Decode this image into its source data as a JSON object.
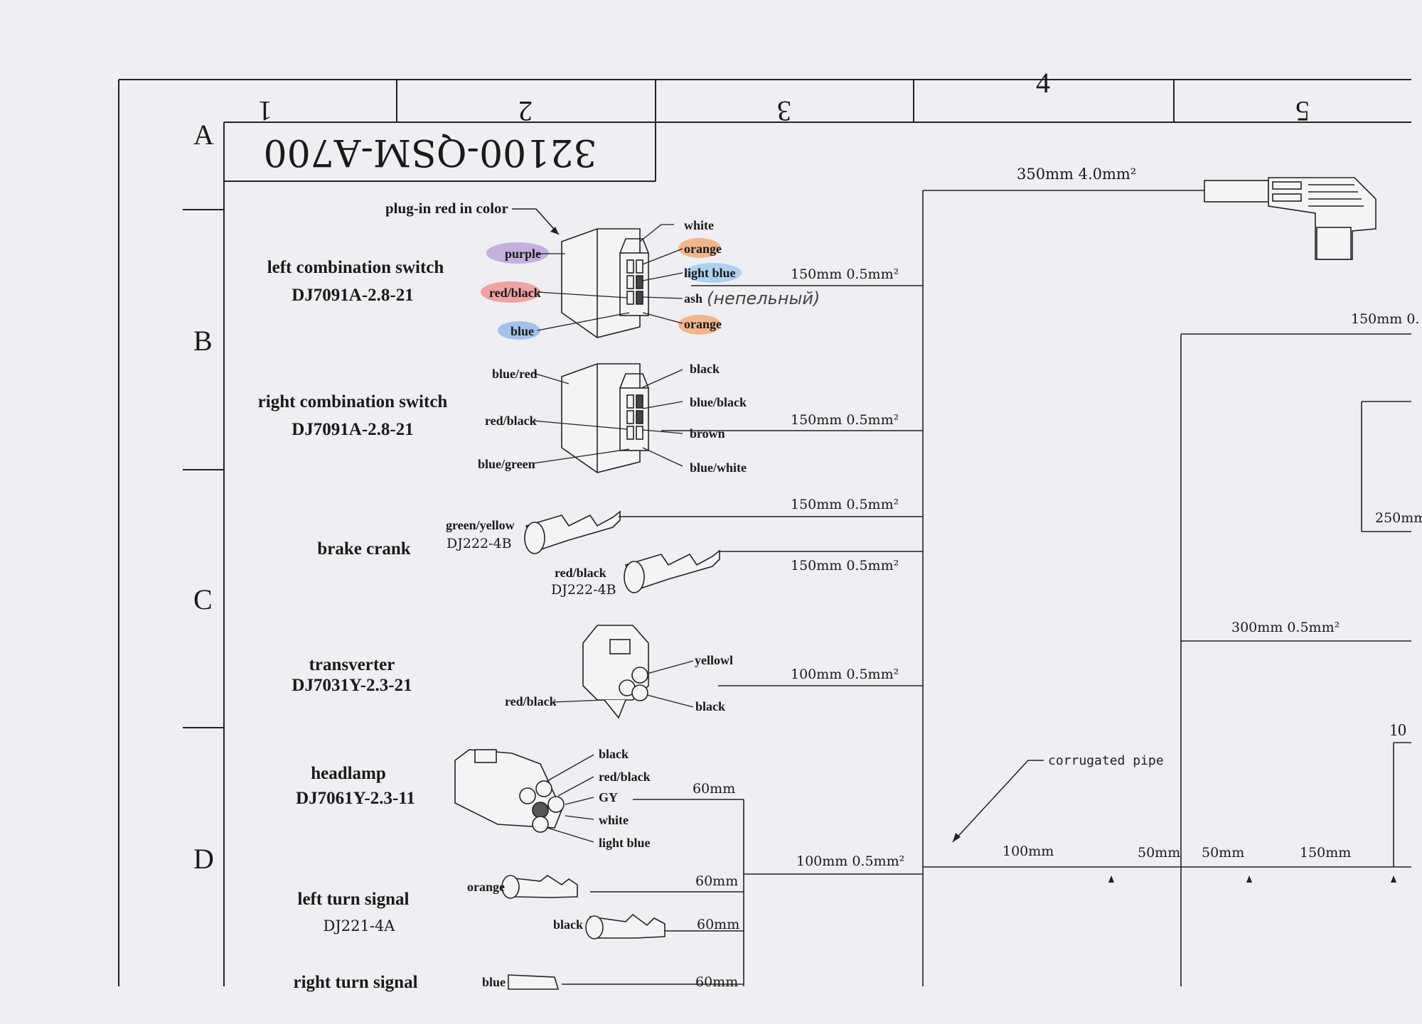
{
  "drawing": {
    "title": "32100-QSM-A700",
    "columns": [
      "1",
      "2",
      "3",
      "4",
      "5"
    ],
    "rows": [
      "A",
      "B",
      "C",
      "D"
    ]
  },
  "components": [
    {
      "name": "left combination switch",
      "code": "DJ7091A-2.8-21"
    },
    {
      "name": "right combination switch",
      "code": "DJ7091A-2.8-21"
    },
    {
      "name": "brake crank",
      "code": ""
    },
    {
      "name": "transverter",
      "code": "DJ7031Y-2.3-21"
    },
    {
      "name": "headlamp",
      "code": "DJ7061Y-2.3-11"
    },
    {
      "name": "left turn signal",
      "code": "DJ221-4A"
    },
    {
      "name": "right turn signal",
      "code": ""
    }
  ],
  "notes": {
    "plugin_note": "plug-in red in color",
    "handwritten": "(непельный)",
    "corrugated": "corrugated pipe",
    "side_number": "10"
  },
  "wire_colors": {
    "left_switch": [
      "purple",
      "red/black",
      "blue",
      "white",
      "orange",
      "light blue",
      "ash",
      "orange"
    ],
    "right_switch": [
      "blue/red",
      "red/black",
      "blue/green",
      "black",
      "blue/black",
      "brown",
      "blue/white"
    ],
    "brake": [
      "green/yellow",
      "DJ222-4B",
      "red/black",
      "DJ222-4B"
    ],
    "transverter": [
      "yellowl",
      "red/black",
      "black"
    ],
    "headlamp": [
      "black",
      "red/black",
      "GY",
      "white",
      "light blue"
    ],
    "left_turn": [
      "orange",
      "black"
    ],
    "right_turn": [
      "blue"
    ]
  },
  "specs": {
    "main": "350mm 4.0mm²",
    "s1": "150mm 0.5mm²",
    "s2": "150mm 0.5mm²",
    "s3": "150mm 0.5mm²",
    "s4": "150mm 0.5mm²",
    "s5": "100mm 0.5mm²",
    "s6": "100mm 0.5mm²",
    "r1": "150mm 0.",
    "r2": "250mm",
    "r3": "300mm 0.5mm²",
    "h60a": "60mm",
    "h60b": "60mm",
    "h60c": "60mm",
    "h60d": "60mm",
    "d100": "100mm",
    "d50a": "50mm",
    "d50b": "50mm",
    "d150": "150mm"
  },
  "highlight_colors": {
    "purple": "#b79ad6",
    "red": "#ee8a8a",
    "blue": "#8ab4e8",
    "orange": "#f3a46a",
    "lightblue": "#9cc6ee"
  }
}
